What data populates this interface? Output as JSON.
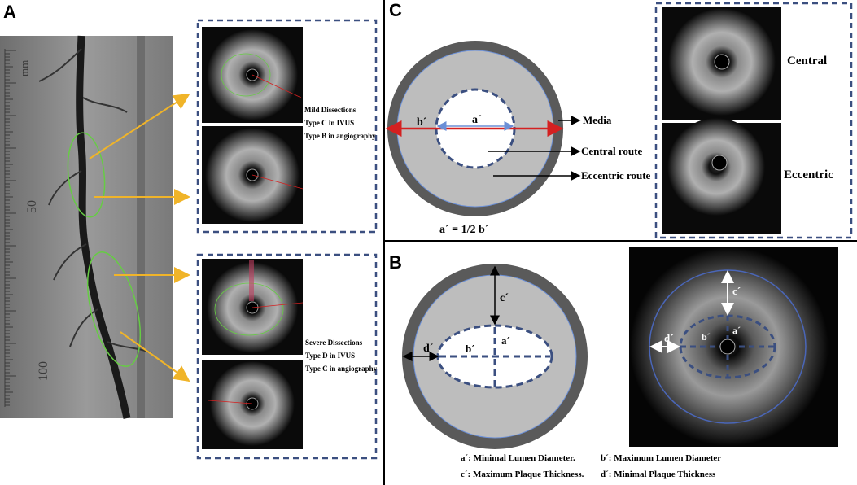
{
  "colors": {
    "dash_border": "#3b4f80",
    "arrow_yellow": "#f0b429",
    "red_line": "#d42020",
    "blue_line": "#6b8fd6",
    "dark_ring": "#5a5a5a",
    "light_gray": "#bdbdbd",
    "ellipse_green": "#66cc44"
  },
  "panel_a": {
    "letter": "A",
    "ruler_unit": "mm",
    "ruler_50": "50",
    "ruler_100": "100",
    "mild": [
      "Mild Dissections",
      "Type C in IVUS",
      "Type B in angiography"
    ],
    "severe": [
      "Severe Dissections",
      "Type D in IVUS",
      "Type C in angiography"
    ]
  },
  "panel_c": {
    "letter": "C",
    "label_a": "a´",
    "label_b": "b´",
    "media": "Media",
    "central_route": "Central route",
    "eccentric_route": "Eccentric route",
    "equation": "a´ = 1/2 b´",
    "central": "Central",
    "eccentric": "Eccentric"
  },
  "panel_b": {
    "letter": "B",
    "label_a": "a´",
    "label_b": "b´",
    "label_c": "c´",
    "label_d": "d´",
    "legend_a": "a´: Minimal Lumen Diameter.",
    "legend_b": "b´: Maximum Lumen Diameter",
    "legend_c": "c´: Maximum Plaque Thickness.",
    "legend_d": "d´: Minimal Plaque Thickness"
  }
}
